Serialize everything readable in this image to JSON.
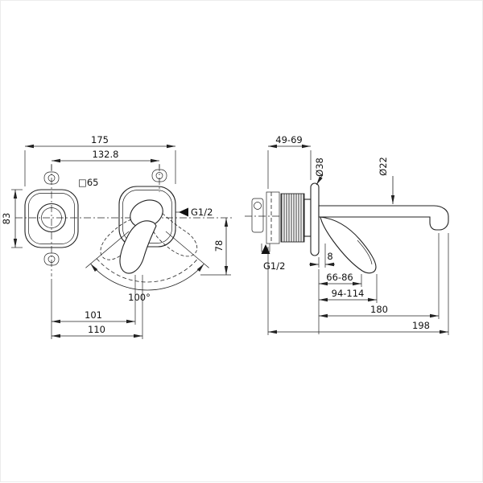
{
  "meta": {
    "line_color": "#222222",
    "background": "#ffffff"
  },
  "front": {
    "w175": "175",
    "w132_8": "132.8",
    "sq65": "□65",
    "h83": "83",
    "g12": "G1/2",
    "h78": "78",
    "angle": "100°",
    "w101": "101",
    "w110": "110"
  },
  "side": {
    "d49_69": "49-69",
    "dia38": "Ø38",
    "dia22": "Ø22",
    "w8": "8",
    "g12": "G1/2",
    "w66_86": "66-86",
    "w94_114": "94-114",
    "w180": "180",
    "w198": "198"
  }
}
